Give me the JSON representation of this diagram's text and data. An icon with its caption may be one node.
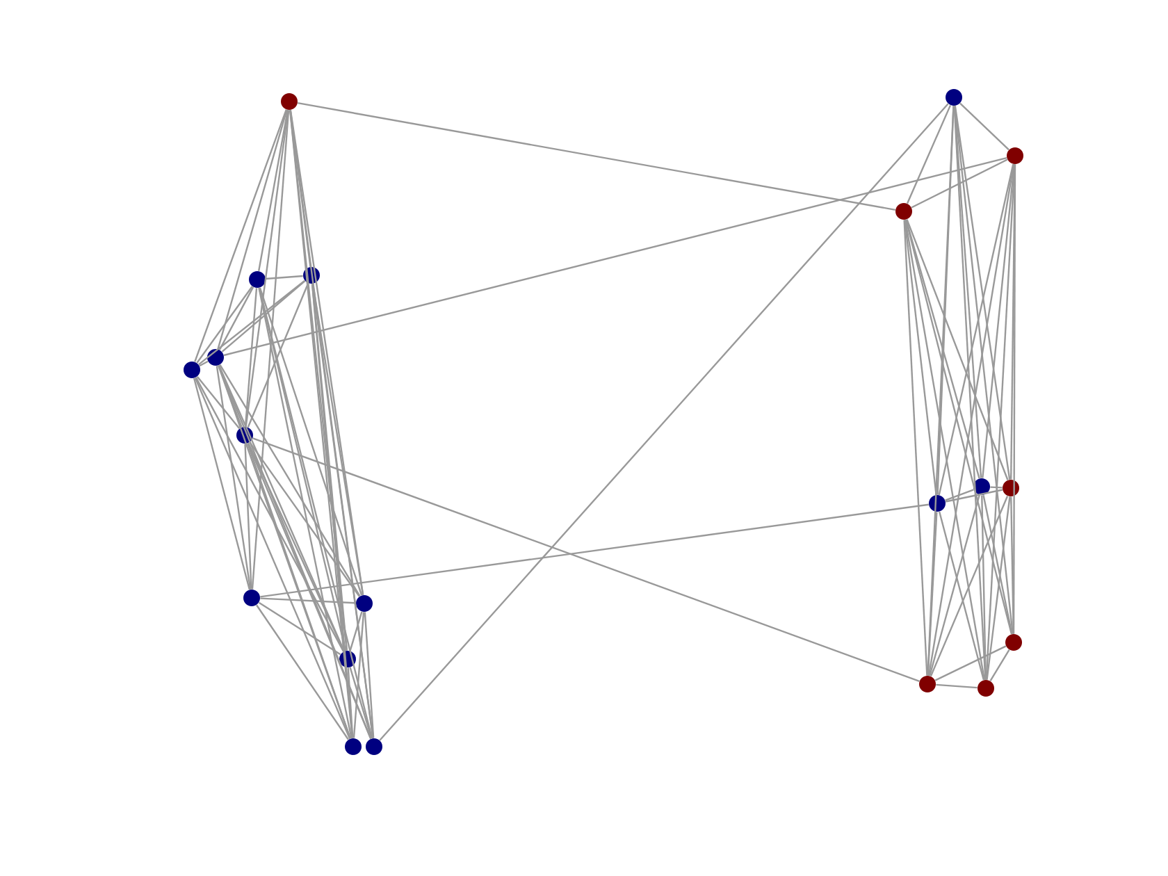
{
  "diagram": {
    "nodes": [
      {
        "text": [],
        "shape": "circle"
      },
      {
        "text": [],
        "shape": "circle"
      },
      {
        "text": [],
        "shape": "circle"
      },
      {
        "text": [],
        "shape": "circle"
      },
      {
        "text": [],
        "shape": "circle"
      },
      {
        "text": [],
        "shape": "circle"
      },
      {
        "text": [],
        "shape": "circle"
      },
      {
        "text": [],
        "shape": "circle"
      },
      {
        "text": [],
        "shape": "circle"
      },
      {
        "text": [],
        "shape": "circle"
      },
      {
        "text": [],
        "shape": "circle"
      },
      {
        "text": [],
        "shape": "circle"
      },
      {
        "text": [],
        "shape": "circle"
      },
      {
        "text": [],
        "shape": "circle"
      },
      {
        "text": [],
        "shape": "circle"
      },
      {
        "text": [],
        "shape": "circle"
      },
      {
        "text": [],
        "shape": "circle"
      },
      {
        "text": [],
        "shape": "circle"
      },
      {
        "text": [],
        "shape": "circle"
      },
      {
        "text": [],
        "shape": "circle"
      }
    ],
    "edges": [
      {
        "from": 0,
        "to": 1,
        "arrow": "none"
      },
      {
        "from": 0,
        "to": 2,
        "arrow": "none"
      },
      {
        "from": 0,
        "to": 3,
        "arrow": "none"
      },
      {
        "from": 0,
        "to": 4,
        "arrow": "none"
      },
      {
        "from": 0,
        "to": 5,
        "arrow": "none"
      },
      {
        "from": 0,
        "to": 6,
        "arrow": "none"
      },
      {
        "from": 0,
        "to": 7,
        "arrow": "none"
      },
      {
        "from": 0,
        "to": 8,
        "arrow": "none"
      },
      {
        "from": 0,
        "to": 9,
        "arrow": "none"
      },
      {
        "from": 0,
        "to": 10,
        "arrow": "none"
      },
      {
        "from": 1,
        "to": 2,
        "arrow": "none"
      },
      {
        "from": 1,
        "to": 3,
        "arrow": "none"
      },
      {
        "from": 1,
        "to": 4,
        "arrow": "none"
      },
      {
        "from": 1,
        "to": 5,
        "arrow": "none"
      },
      {
        "from": 1,
        "to": 7,
        "arrow": "none"
      },
      {
        "from": 1,
        "to": 8,
        "arrow": "none"
      },
      {
        "from": 1,
        "to": 9,
        "arrow": "none"
      },
      {
        "from": 1,
        "to": 10,
        "arrow": "none"
      },
      {
        "from": 2,
        "to": 3,
        "arrow": "none"
      },
      {
        "from": 2,
        "to": 4,
        "arrow": "none"
      },
      {
        "from": 2,
        "to": 5,
        "arrow": "none"
      },
      {
        "from": 2,
        "to": 7,
        "arrow": "none"
      },
      {
        "from": 2,
        "to": 8,
        "arrow": "none"
      },
      {
        "from": 2,
        "to": 9,
        "arrow": "none"
      },
      {
        "from": 2,
        "to": 10,
        "arrow": "none"
      },
      {
        "from": 3,
        "to": 4,
        "arrow": "none"
      },
      {
        "from": 3,
        "to": 5,
        "arrow": "none"
      },
      {
        "from": 3,
        "to": 6,
        "arrow": "none"
      },
      {
        "from": 3,
        "to": 7,
        "arrow": "none"
      },
      {
        "from": 3,
        "to": 8,
        "arrow": "none"
      },
      {
        "from": 3,
        "to": 9,
        "arrow": "none"
      },
      {
        "from": 3,
        "to": 10,
        "arrow": "none"
      },
      {
        "from": 4,
        "to": 5,
        "arrow": "none"
      },
      {
        "from": 4,
        "to": 6,
        "arrow": "none"
      },
      {
        "from": 4,
        "to": 8,
        "arrow": "none"
      },
      {
        "from": 4,
        "to": 9,
        "arrow": "none"
      },
      {
        "from": 5,
        "to": 6,
        "arrow": "none"
      },
      {
        "from": 5,
        "to": 7,
        "arrow": "none"
      },
      {
        "from": 5,
        "to": 8,
        "arrow": "none"
      },
      {
        "from": 5,
        "to": 9,
        "arrow": "none"
      },
      {
        "from": 5,
        "to": 10,
        "arrow": "none"
      },
      {
        "from": 6,
        "to": 7,
        "arrow": "none"
      },
      {
        "from": 6,
        "to": 8,
        "arrow": "none"
      },
      {
        "from": 6,
        "to": 9,
        "arrow": "none"
      },
      {
        "from": 7,
        "to": 8,
        "arrow": "none"
      },
      {
        "from": 7,
        "to": 9,
        "arrow": "none"
      },
      {
        "from": 7,
        "to": 10,
        "arrow": "none"
      },
      {
        "from": 8,
        "to": 9,
        "arrow": "none"
      },
      {
        "from": 8,
        "to": 10,
        "arrow": "none"
      },
      {
        "from": 0,
        "to": 13,
        "arrow": "none"
      },
      {
        "from": 3,
        "to": 12,
        "arrow": "none"
      },
      {
        "from": 5,
        "to": 18,
        "arrow": "none"
      },
      {
        "from": 6,
        "to": 14,
        "arrow": "none"
      },
      {
        "from": 10,
        "to": 11,
        "arrow": "none"
      },
      {
        "from": 11,
        "to": 12,
        "arrow": "none"
      },
      {
        "from": 11,
        "to": 13,
        "arrow": "none"
      },
      {
        "from": 12,
        "to": 13,
        "arrow": "none"
      },
      {
        "from": 11,
        "to": 14,
        "arrow": "none"
      },
      {
        "from": 11,
        "to": 15,
        "arrow": "none"
      },
      {
        "from": 11,
        "to": 16,
        "arrow": "none"
      },
      {
        "from": 11,
        "to": 17,
        "arrow": "none"
      },
      {
        "from": 11,
        "to": 18,
        "arrow": "none"
      },
      {
        "from": 11,
        "to": 19,
        "arrow": "none"
      },
      {
        "from": 13,
        "to": 14,
        "arrow": "none"
      },
      {
        "from": 13,
        "to": 15,
        "arrow": "none"
      },
      {
        "from": 13,
        "to": 16,
        "arrow": "none"
      },
      {
        "from": 13,
        "to": 17,
        "arrow": "none"
      },
      {
        "from": 13,
        "to": 18,
        "arrow": "none"
      },
      {
        "from": 13,
        "to": 19,
        "arrow": "none"
      },
      {
        "from": 12,
        "to": 14,
        "arrow": "none"
      },
      {
        "from": 12,
        "to": 15,
        "arrow": "none"
      },
      {
        "from": 12,
        "to": 16,
        "arrow": "none"
      },
      {
        "from": 12,
        "to": 17,
        "arrow": "none"
      },
      {
        "from": 12,
        "to": 18,
        "arrow": "none"
      },
      {
        "from": 12,
        "to": 19,
        "arrow": "none"
      },
      {
        "from": 14,
        "to": 15,
        "arrow": "none"
      },
      {
        "from": 14,
        "to": 16,
        "arrow": "none"
      },
      {
        "from": 14,
        "to": 18,
        "arrow": "none"
      },
      {
        "from": 14,
        "to": 19,
        "arrow": "none"
      },
      {
        "from": 15,
        "to": 16,
        "arrow": "none"
      },
      {
        "from": 15,
        "to": 17,
        "arrow": "none"
      },
      {
        "from": 15,
        "to": 18,
        "arrow": "none"
      },
      {
        "from": 15,
        "to": 19,
        "arrow": "none"
      },
      {
        "from": 16,
        "to": 17,
        "arrow": "none"
      },
      {
        "from": 16,
        "to": 18,
        "arrow": "none"
      },
      {
        "from": 16,
        "to": 19,
        "arrow": "none"
      },
      {
        "from": 17,
        "to": 18,
        "arrow": "none"
      },
      {
        "from": 17,
        "to": 19,
        "arrow": "none"
      },
      {
        "from": 18,
        "to": 19,
        "arrow": "none"
      }
    ]
  }
}
